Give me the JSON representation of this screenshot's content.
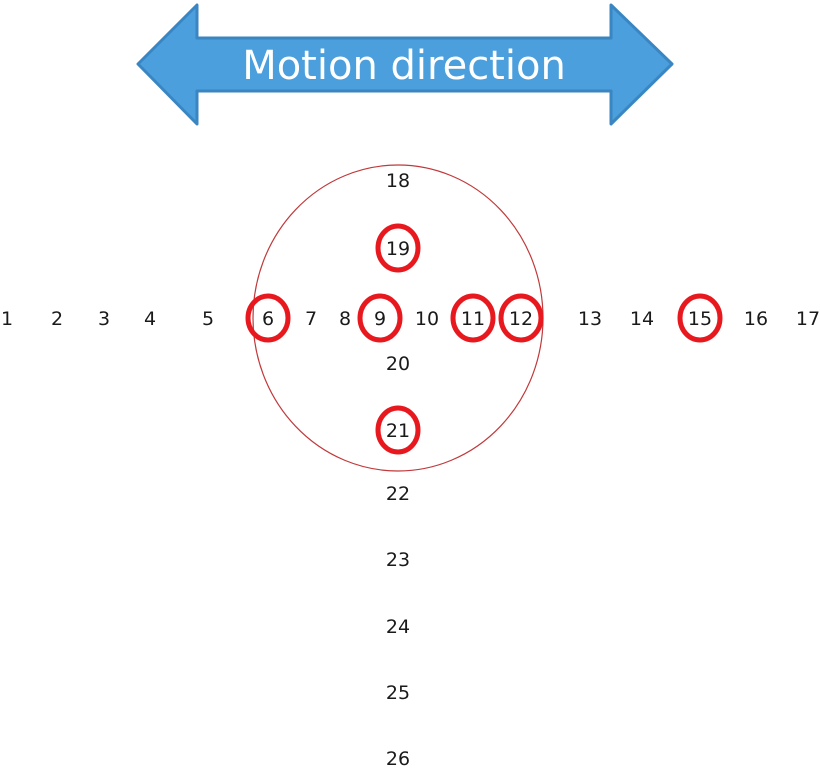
{
  "arrow": {
    "label": "Motion direction",
    "fill": "#4a9fdc",
    "stroke": "#3a86c2"
  },
  "ellipse_color": "#c0393b",
  "marker_color": "#e8191e",
  "horizontal_points": [
    {
      "label": "1",
      "marked": false
    },
    {
      "label": "2",
      "marked": false
    },
    {
      "label": "3",
      "marked": false
    },
    {
      "label": "4",
      "marked": false
    },
    {
      "label": "5",
      "marked": false
    },
    {
      "label": "6",
      "marked": true
    },
    {
      "label": "7",
      "marked": false
    },
    {
      "label": "8",
      "marked": false
    },
    {
      "label": "9",
      "marked": true
    },
    {
      "label": "10",
      "marked": false
    },
    {
      "label": "11",
      "marked": true
    },
    {
      "label": "12",
      "marked": true
    },
    {
      "label": "13",
      "marked": false
    },
    {
      "label": "14",
      "marked": false
    },
    {
      "label": "15",
      "marked": true
    },
    {
      "label": "16",
      "marked": false
    },
    {
      "label": "17",
      "marked": false
    }
  ],
  "vertical_points": [
    {
      "label": "18",
      "marked": false
    },
    {
      "label": "19",
      "marked": true
    },
    {
      "label": "20",
      "marked": false
    },
    {
      "label": "21",
      "marked": true
    },
    {
      "label": "22",
      "marked": false
    },
    {
      "label": "23",
      "marked": false
    },
    {
      "label": "24",
      "marked": false
    },
    {
      "label": "25",
      "marked": false
    },
    {
      "label": "26",
      "marked": false
    }
  ]
}
